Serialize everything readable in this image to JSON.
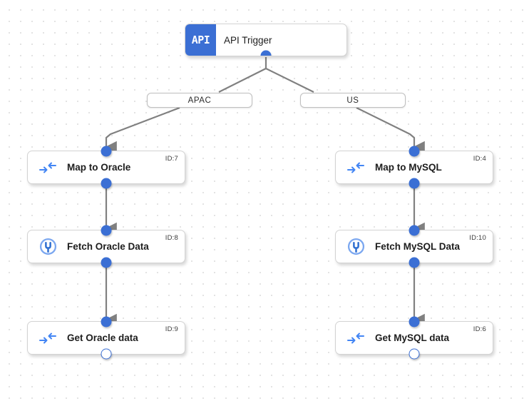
{
  "canvas": {
    "accent_color": "#3b6fd4",
    "edge_color": "#808080",
    "node_border_color": "#d3d3d3",
    "grid_dot_color": "#dcdcdc"
  },
  "trigger": {
    "icon": "api-icon",
    "icon_text": "API",
    "label": "API Trigger"
  },
  "branches": [
    {
      "label": "APAC",
      "name": "branch-label-apac"
    },
    {
      "label": "US",
      "name": "branch-label-us"
    }
  ],
  "nodes": [
    {
      "title": "Map to Oracle",
      "id_label": "ID:7",
      "icon": "map-arrows-icon",
      "in_port": "filled",
      "out_port": "filled"
    },
    {
      "title": "Fetch Oracle Data",
      "id_label": "ID:8",
      "icon": "plug-circle-icon",
      "in_port": "filled",
      "out_port": "filled"
    },
    {
      "title": "Get Oracle data",
      "id_label": "ID:9",
      "icon": "map-arrows-icon",
      "in_port": "filled",
      "out_port": "hollow"
    },
    {
      "title": "Map to MySQL",
      "id_label": "ID:4",
      "icon": "map-arrows-icon",
      "in_port": "filled",
      "out_port": "filled"
    },
    {
      "title": "Fetch MySQL Data",
      "id_label": "ID:10",
      "icon": "plug-circle-icon",
      "in_port": "filled",
      "out_port": "filled"
    },
    {
      "title": "Get MySQL data",
      "id_label": "ID:6",
      "icon": "map-arrows-icon",
      "in_port": "filled",
      "out_port": "hollow"
    }
  ]
}
